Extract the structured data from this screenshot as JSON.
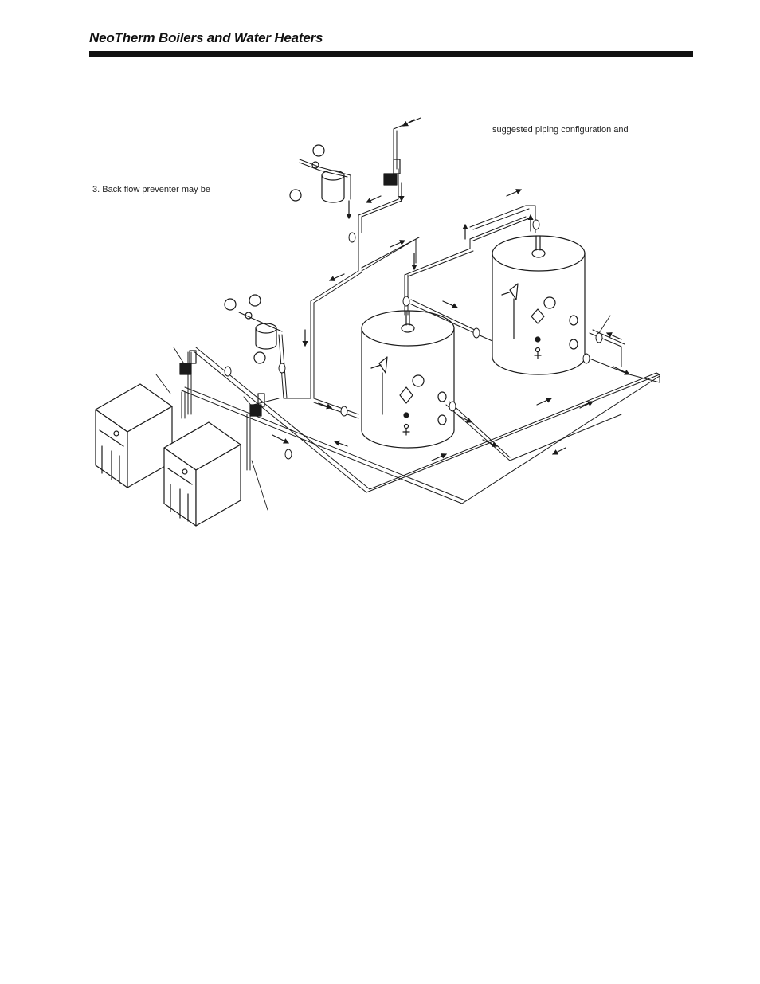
{
  "header": {
    "title": "NeoTherm Boilers and Water Heaters"
  },
  "notes": [
    "suggested piping configuration and",
    "3.  Back flow preventer may be"
  ],
  "colors": {
    "ink": "#1a1a1a",
    "rule": "#111111",
    "background": "#ffffff"
  }
}
